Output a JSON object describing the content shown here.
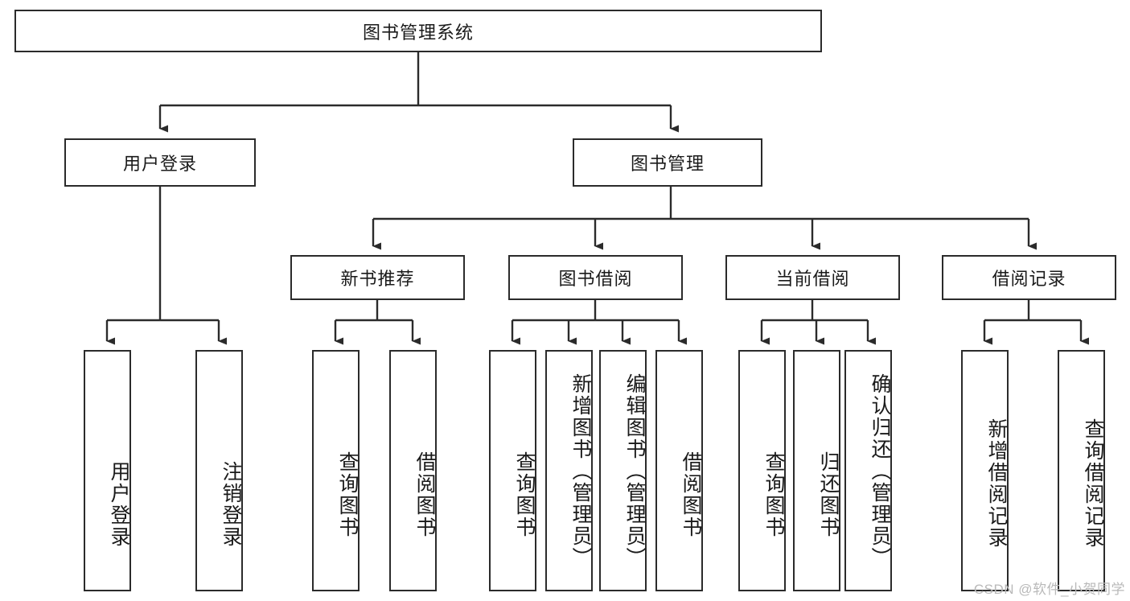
{
  "diagram": {
    "title": "图书管理系统",
    "type": "tree",
    "watermark": "CSDN @软件_小贺同学",
    "colors": {
      "box_border": "#2b2b2b",
      "box_fill": "#ffffff",
      "edge": "#2b2b2b",
      "text": "#1a1a1a",
      "watermark": "#b9b9b9",
      "background": "#ffffff"
    },
    "levels": {
      "root": "图书管理系统",
      "level2": [
        "用户登录",
        "图书管理"
      ],
      "level3": [
        "新书推荐",
        "图书借阅",
        "当前借阅",
        "借阅记录"
      ]
    },
    "nodes": {
      "root": {
        "label": "图书管理系统",
        "orientation": "horizontal"
      },
      "user_login": {
        "label": "用户登录",
        "orientation": "horizontal"
      },
      "book_manage": {
        "label": "图书管理",
        "orientation": "horizontal"
      },
      "new_book_rec": {
        "label": "新书推荐",
        "orientation": "horizontal"
      },
      "book_borrow": {
        "label": "图书借阅",
        "orientation": "horizontal"
      },
      "current_borrow": {
        "label": "当前借阅",
        "orientation": "horizontal"
      },
      "borrow_record": {
        "label": "借阅记录",
        "orientation": "horizontal"
      },
      "leaf_user_login": {
        "label": "用户登录",
        "orientation": "vertical"
      },
      "leaf_logout": {
        "label": "注销登录",
        "orientation": "vertical"
      },
      "leaf_query_book_1": {
        "label": "查询图书",
        "orientation": "vertical"
      },
      "leaf_borrow_book_1": {
        "label": "借阅图书",
        "orientation": "vertical"
      },
      "leaf_query_book_2": {
        "label": "查询图书",
        "orientation": "vertical"
      },
      "leaf_add_book": {
        "label": "新增图书（管理员）",
        "orientation": "vertical"
      },
      "leaf_edit_book": {
        "label": "编辑图书（管理员）",
        "orientation": "vertical"
      },
      "leaf_borrow_book_2": {
        "label": "借阅图书",
        "orientation": "vertical"
      },
      "leaf_query_book_3": {
        "label": "查询图书",
        "orientation": "vertical"
      },
      "leaf_return_book": {
        "label": "归还图书",
        "orientation": "vertical"
      },
      "leaf_confirm_return": {
        "label": "确认归还（管理员）",
        "orientation": "vertical"
      },
      "leaf_add_record": {
        "label": "新增借阅记录",
        "orientation": "vertical"
      },
      "leaf_query_record": {
        "label": "查询借阅记录",
        "orientation": "vertical"
      }
    },
    "edges": [
      {
        "from": "root",
        "to": "user_login"
      },
      {
        "from": "root",
        "to": "book_manage"
      },
      {
        "from": "user_login",
        "to": "leaf_user_login"
      },
      {
        "from": "user_login",
        "to": "leaf_logout"
      },
      {
        "from": "book_manage",
        "to": "new_book_rec"
      },
      {
        "from": "book_manage",
        "to": "book_borrow"
      },
      {
        "from": "book_manage",
        "to": "current_borrow"
      },
      {
        "from": "book_manage",
        "to": "borrow_record"
      },
      {
        "from": "new_book_rec",
        "to": "leaf_query_book_1"
      },
      {
        "from": "new_book_rec",
        "to": "leaf_borrow_book_1"
      },
      {
        "from": "book_borrow",
        "to": "leaf_query_book_2"
      },
      {
        "from": "book_borrow",
        "to": "leaf_add_book"
      },
      {
        "from": "book_borrow",
        "to": "leaf_edit_book"
      },
      {
        "from": "book_borrow",
        "to": "leaf_borrow_book_2"
      },
      {
        "from": "current_borrow",
        "to": "leaf_query_book_3"
      },
      {
        "from": "current_borrow",
        "to": "leaf_return_book"
      },
      {
        "from": "current_borrow",
        "to": "leaf_confirm_return"
      },
      {
        "from": "borrow_record",
        "to": "leaf_add_record"
      },
      {
        "from": "borrow_record",
        "to": "leaf_query_record"
      }
    ]
  }
}
